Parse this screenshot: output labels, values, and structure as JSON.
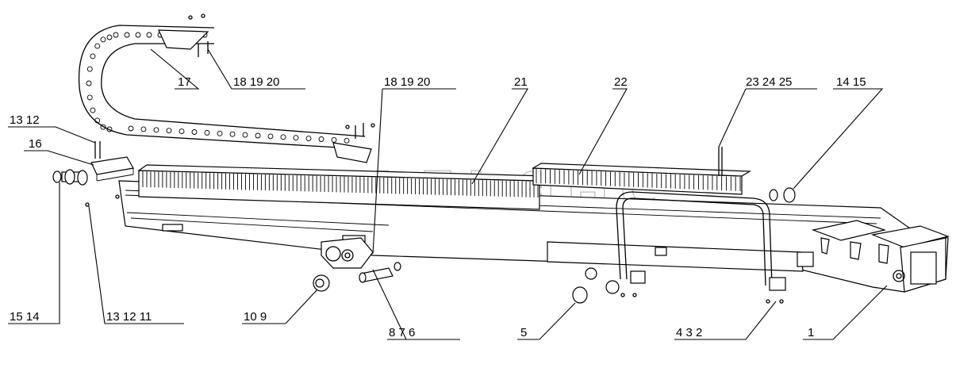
{
  "watermark": "АВТОАЛЬЯНС",
  "callouts": {
    "c1": "1",
    "c2": "4   3   2",
    "c3": "5",
    "c4": "8   7   6",
    "c5": "10   9",
    "c6": "13  12  11",
    "c7": "15   14",
    "c8": "13   12",
    "c9": "16",
    "c10": "17",
    "c11": "18   19   20",
    "c12": "18   19   20",
    "c13": "21",
    "c14": "22",
    "c15": "23   24   25",
    "c16": "14   15"
  }
}
